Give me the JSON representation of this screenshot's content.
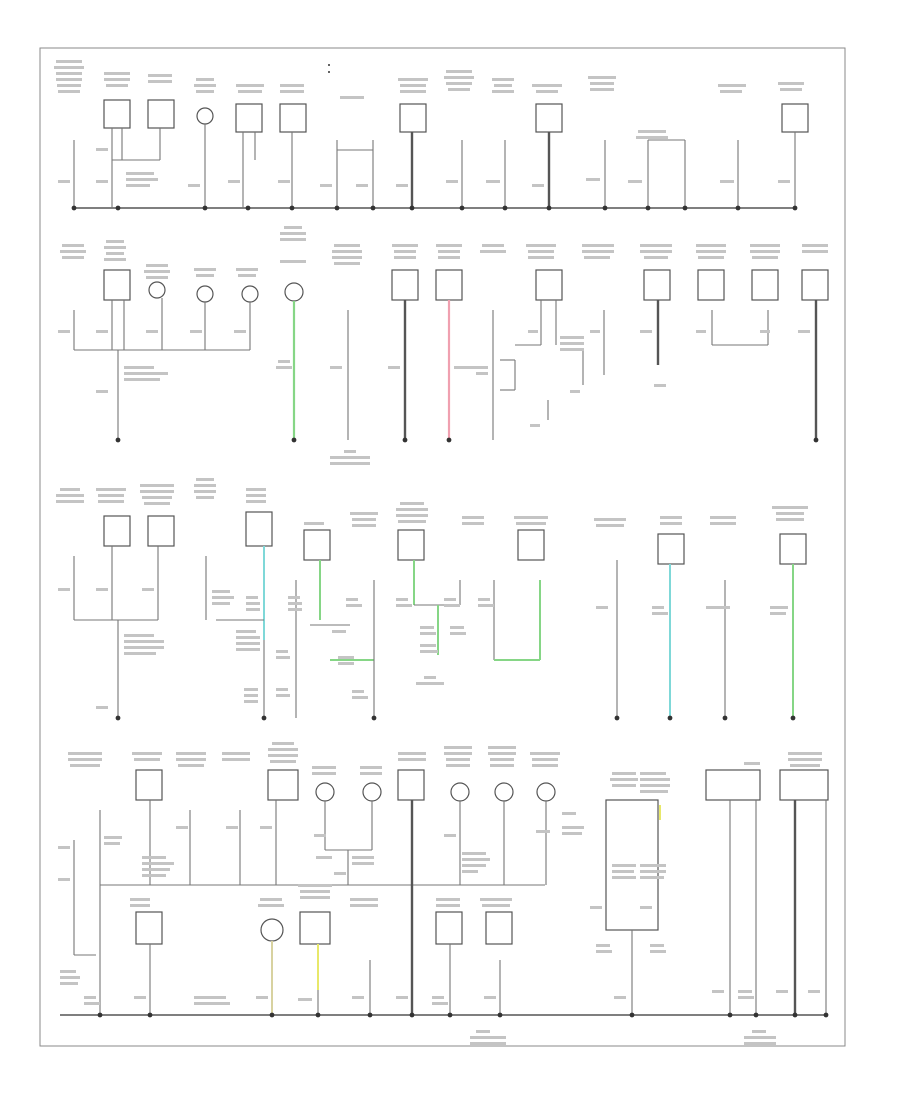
{
  "page": {
    "corner_label": "",
    "title": ""
  },
  "colors": {
    "bus": "#555555",
    "wire": "#777777",
    "green": "#86d686",
    "pink": "#f0a0b0",
    "cyan": "#7fd8d8",
    "yellow": "#e8e86a",
    "khaki": "#d8d2a0",
    "label_tone": "#c4c4c4"
  },
  "legend": [
    "",
    ""
  ],
  "rows": [
    {
      "components": [
        {
          "shape": "none",
          "label": ""
        },
        {
          "shape": "box",
          "label": ""
        },
        {
          "shape": "box",
          "label": ""
        },
        {
          "shape": "circle",
          "label": ""
        },
        {
          "shape": "box",
          "label": ""
        },
        {
          "shape": "box",
          "label": ""
        },
        {
          "shape": "none",
          "label": ""
        },
        {
          "shape": "box",
          "label": ""
        },
        {
          "shape": "none",
          "label": ""
        },
        {
          "shape": "none",
          "label": ""
        },
        {
          "shape": "box",
          "label": ""
        },
        {
          "shape": "none",
          "label": ""
        },
        {
          "shape": "none",
          "label": ""
        },
        {
          "shape": "none",
          "label": ""
        },
        {
          "shape": "box",
          "label": ""
        }
      ]
    },
    {
      "components": [
        {
          "shape": "none",
          "label": ""
        },
        {
          "shape": "box",
          "label": ""
        },
        {
          "shape": "circle",
          "label": ""
        },
        {
          "shape": "circle",
          "label": ""
        },
        {
          "shape": "circle",
          "label": ""
        },
        {
          "shape": "circle",
          "label": ""
        },
        {
          "shape": "none",
          "label": ""
        },
        {
          "shape": "box",
          "label": ""
        },
        {
          "shape": "box",
          "label": ""
        },
        {
          "shape": "none",
          "label": ""
        },
        {
          "shape": "box",
          "label": ""
        },
        {
          "shape": "box",
          "label": ""
        },
        {
          "shape": "box",
          "label": ""
        },
        {
          "shape": "box",
          "label": ""
        },
        {
          "shape": "box",
          "label": ""
        }
      ]
    },
    {
      "components": [
        {
          "shape": "none",
          "label": ""
        },
        {
          "shape": "box",
          "label": ""
        },
        {
          "shape": "box",
          "label": ""
        },
        {
          "shape": "none",
          "label": ""
        },
        {
          "shape": "box",
          "label": ""
        },
        {
          "shape": "box",
          "label": ""
        },
        {
          "shape": "none",
          "label": ""
        },
        {
          "shape": "box",
          "label": ""
        },
        {
          "shape": "none",
          "label": ""
        },
        {
          "shape": "none",
          "label": ""
        },
        {
          "shape": "none",
          "label": ""
        },
        {
          "shape": "box",
          "label": ""
        },
        {
          "shape": "none",
          "label": ""
        },
        {
          "shape": "box",
          "label": ""
        }
      ]
    },
    {
      "components": [
        {
          "shape": "none",
          "label": ""
        },
        {
          "shape": "box",
          "label": ""
        },
        {
          "shape": "none",
          "label": ""
        },
        {
          "shape": "none",
          "label": ""
        },
        {
          "shape": "box",
          "label": ""
        },
        {
          "shape": "circle",
          "label": ""
        },
        {
          "shape": "circle",
          "label": ""
        },
        {
          "shape": "box",
          "label": ""
        },
        {
          "shape": "circle",
          "label": ""
        },
        {
          "shape": "circle",
          "label": ""
        },
        {
          "shape": "circle",
          "label": ""
        },
        {
          "shape": "none",
          "label": ""
        },
        {
          "shape": "none",
          "label": ""
        },
        {
          "shape": "none",
          "label": ""
        }
      ]
    }
  ],
  "ground_labels": [
    "",
    "",
    "",
    "",
    ""
  ]
}
